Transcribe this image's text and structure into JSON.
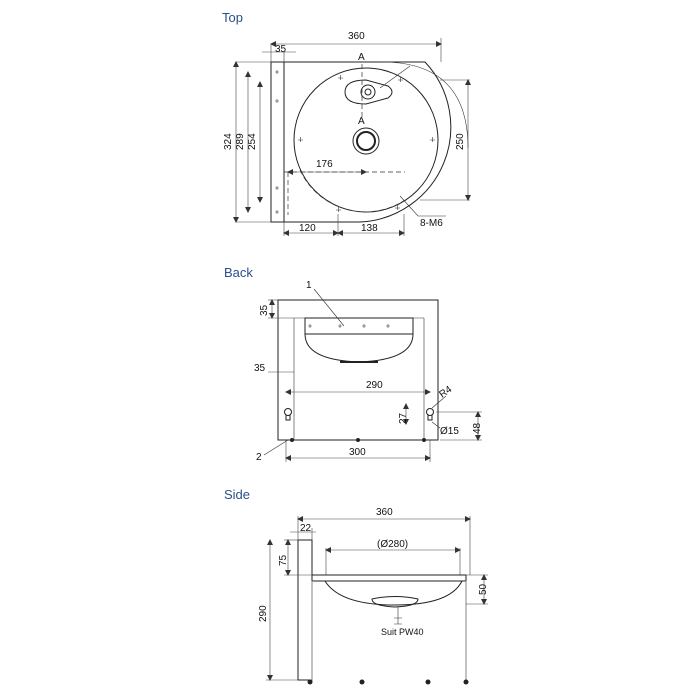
{
  "views": {
    "top": {
      "title": "Top",
      "dims": {
        "width": "360",
        "flange": "35",
        "h324": "324",
        "h289": "289",
        "h254": "254",
        "h250": "250",
        "d176": "176",
        "d120": "120",
        "d138": "138",
        "screws": "8-M6",
        "section_marker": "A"
      }
    },
    "back": {
      "title": "Back",
      "dims": {
        "callout1": "1",
        "callout2": "2",
        "top35": "35",
        "left35": "35",
        "w290": "290",
        "w300": "300",
        "h27": "27",
        "r4": "R4",
        "d15": "Ø15",
        "h48": "48"
      }
    },
    "side": {
      "title": "Side",
      "dims": {
        "width": "360",
        "d22": "22",
        "d280": "(Ø280)",
        "h75": "75",
        "h290": "290",
        "h50": "50",
        "drain": "Suit PW40"
      }
    }
  },
  "colors": {
    "title": "#2a4f8a",
    "line": "#222222"
  }
}
